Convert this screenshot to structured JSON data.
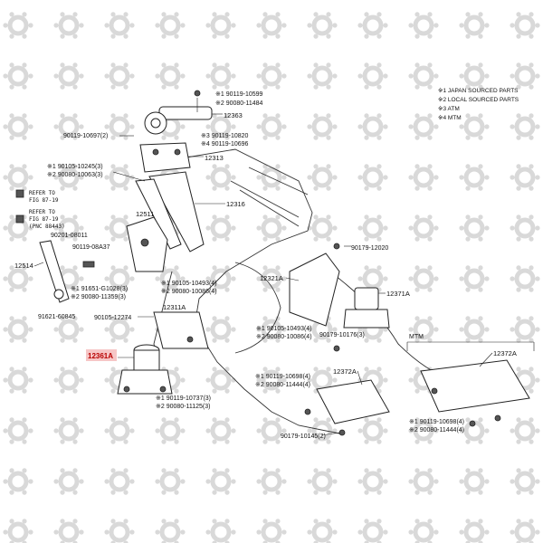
{
  "legend": [
    "※1 JAPAN SOURCED PARTS",
    "※2 LOCAL SOURCED PARTS",
    "※3 ATM",
    "※4 MTM"
  ],
  "mtm_label": "MTM",
  "highlight_color": "#b80000",
  "callouts": {
    "rod_bolt_1": "※1 90119-10599",
    "rod_bolt_2": "※2 90080-11484",
    "p12363": "12363",
    "b90119_10697": "90119-10697(2)",
    "atm_bolt": "※3 90119-10820",
    "mtm_bolt": "※4 90119-10696",
    "p12313": "12313",
    "bracket_bolt_1": "※1 90105-10245(3)",
    "bracket_bolt_2": "※2 90080-10063(3)",
    "refer1_a": "REFER TO",
    "refer1_b": "FIG 87-19",
    "refer2_a": "REFER TO",
    "refer2_b": "FIG 87-19",
    "refer2_c": "(PNC 88443)",
    "p12316": "12316",
    "p12511": "12511",
    "b90201_08011": "90201-08011",
    "b90119_08A37": "90119-08A37",
    "p12514": "12514",
    "nut_1": "※1 91651-G1028(3)",
    "nut_2": "※2 90080-11359(3)",
    "b91621_60845": "91621-60845",
    "mid_bolt_1": "※1 90105-10493(4)",
    "mid_bolt_2": "※2 90080-10086(4)",
    "p12311A": "12311A",
    "b90105_12274": "90105-12274",
    "p12361A": "12361A",
    "low_bolt_1": "※1 90119-10737(3)",
    "low_bolt_2": "※2 90080-11125(3)",
    "b90179_12020": "90179-12020",
    "p12321A": "12321A",
    "p12371A": "12371A",
    "r_bolt_1": "※1 90105-10493(4)",
    "r_bolt_2": "※2 90080-10086(4)",
    "b90179_10176": "90179-10176(3)",
    "p12372A_left": "12372A",
    "lf_bolt_1": "※1 90119-10698(4)",
    "lf_bolt_2": "※2 90080-11444(4)",
    "b90179_10145": "90179-10145(2)",
    "p12372A_right": "12372A",
    "rt_bolt_1": "※1 90119-10698(4)",
    "rt_bolt_2": "※2 90080-11444(4)"
  }
}
